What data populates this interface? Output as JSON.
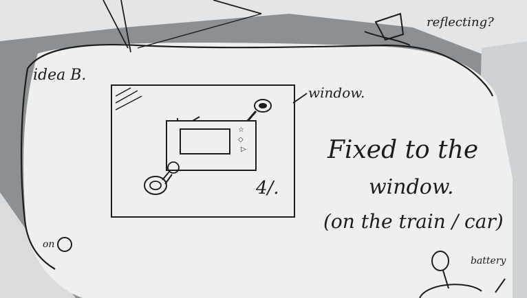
{
  "photo": {
    "description_free": true,
    "paper_color": "#eeefef",
    "ink_color": "#1c1c1c",
    "background_color": "#8a8d90"
  },
  "sketch": {
    "heading": "idea B.",
    "window_label": "window.",
    "corner_mark": "4/.",
    "note_line_1": "Fixed to the",
    "note_line_2": "window.",
    "note_line_3": "(on the train / car)",
    "top_right_label": "reflecting?",
    "bottom_right_label": "battery",
    "left_edge_mark": "on"
  },
  "icons": {
    "paper": "paper-sheet",
    "phone": "phone-sketch",
    "suction": "suction-cup-sketch",
    "lamp": "lamp-sketch"
  }
}
